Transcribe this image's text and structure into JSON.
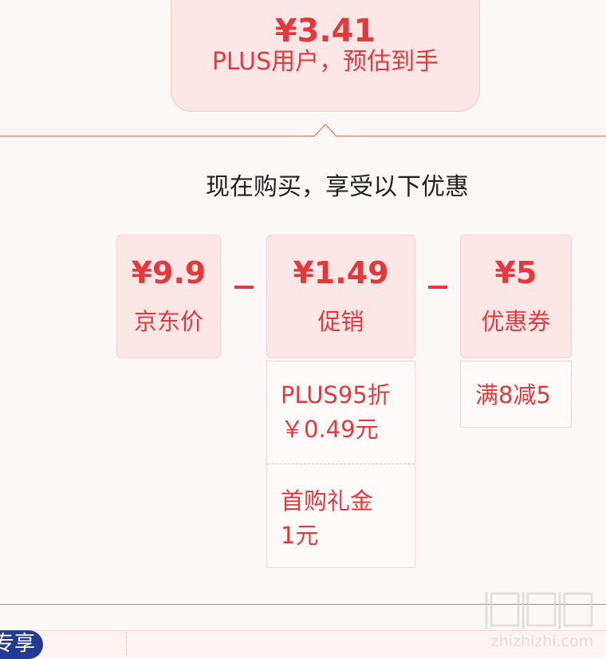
{
  "estimate": {
    "amount": "¥3.41",
    "label": "PLUS用户，预估到手"
  },
  "heading": "现在购买，享受以下优惠",
  "cards": {
    "jd_price": {
      "value": "¥9.9",
      "label": "京东价"
    },
    "promotion": {
      "value": "¥1.49",
      "label": "促销"
    },
    "coupon": {
      "value": "¥5",
      "label": "优惠券"
    }
  },
  "promotion_details": {
    "plus": {
      "line1": "PLUS95折",
      "line2": "￥0.49元"
    },
    "first": {
      "line1": "首购礼金",
      "line2": "1元"
    }
  },
  "coupon_details": {
    "line1": "满8减5"
  },
  "bottom": {
    "badge": "专享"
  },
  "watermark": {
    "text": "zhizhizhi.com"
  },
  "colors": {
    "accent": "#e4393c",
    "card_bg": "#fde7e6",
    "badge_bg": "#223a8f"
  }
}
